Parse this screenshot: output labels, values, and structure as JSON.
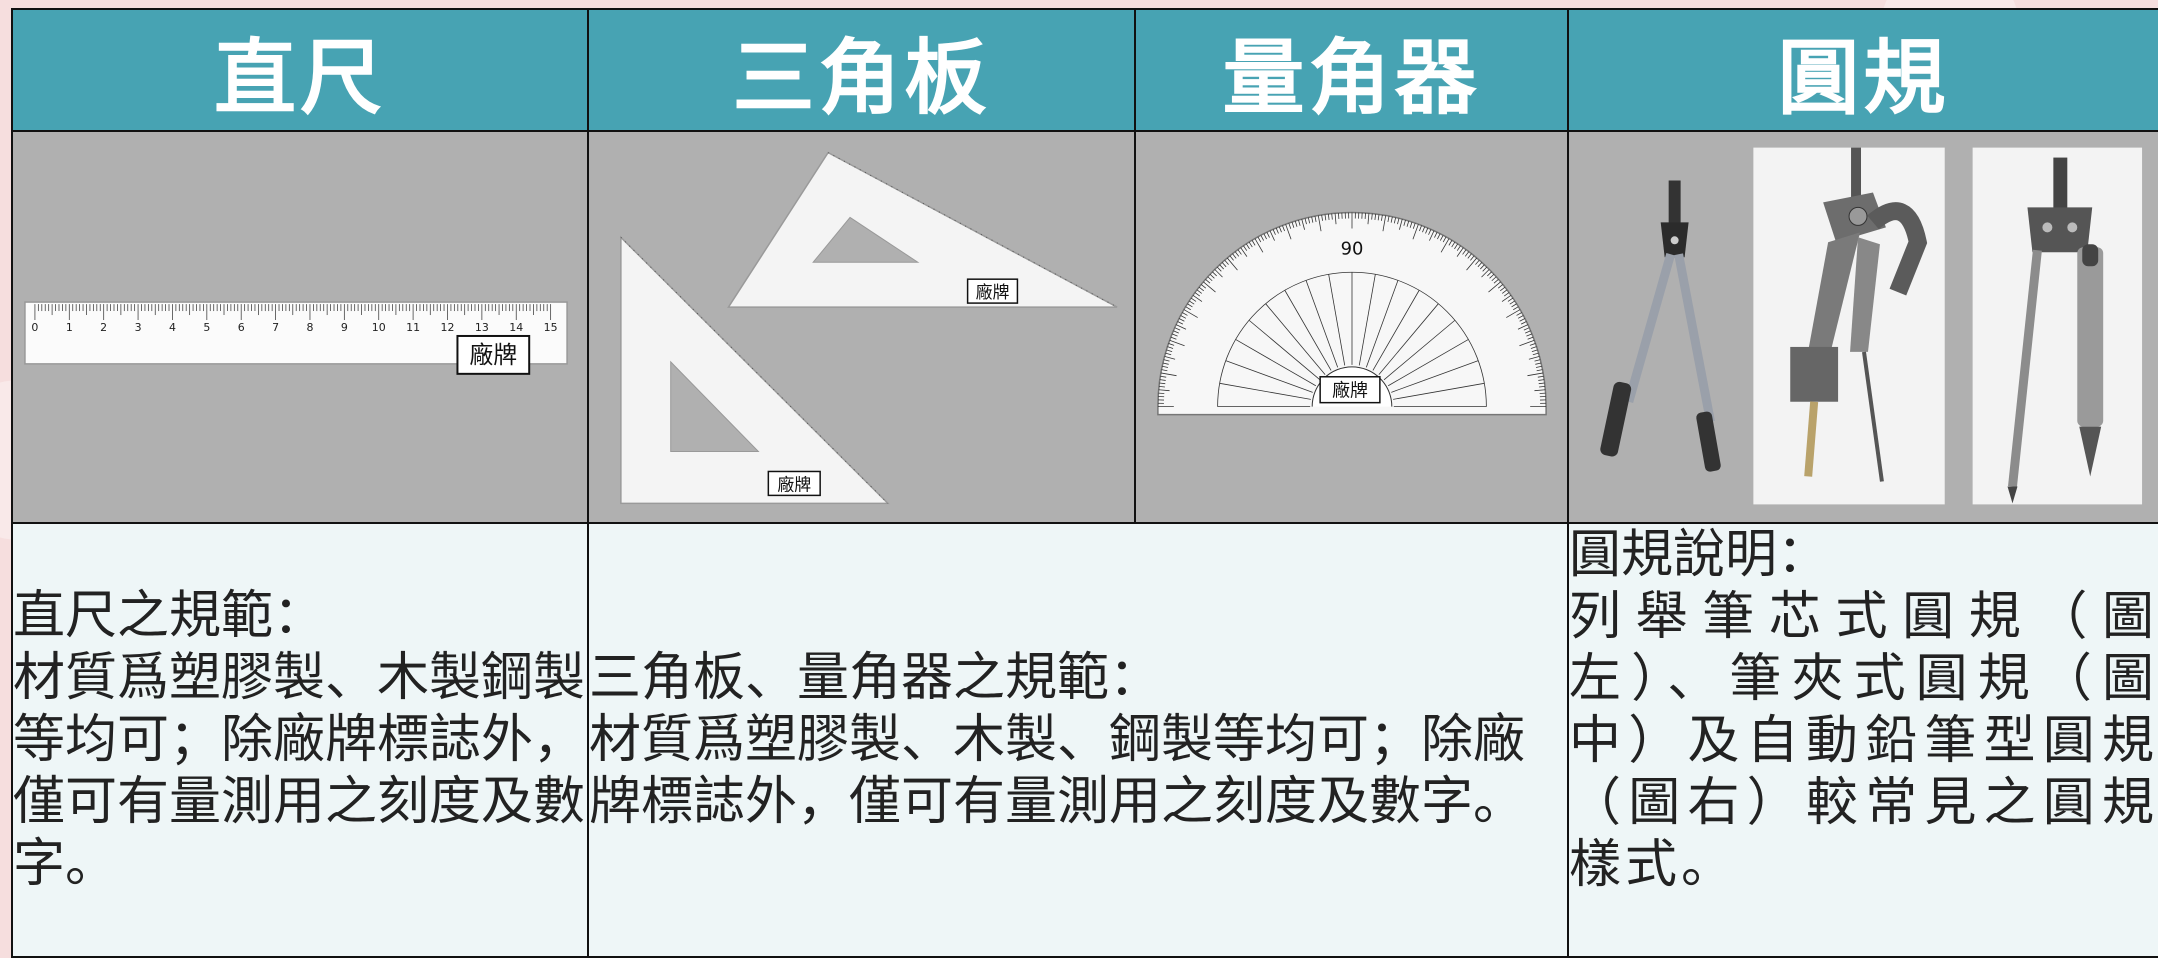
{
  "headers": [
    "直尺",
    "三角板",
    "量角器",
    "圓規"
  ],
  "images": {
    "ruler": {
      "ticks": [
        "0",
        "1",
        "2",
        "3",
        "4",
        "5",
        "6",
        "7",
        "8",
        "9",
        "10",
        "11",
        "12",
        "13",
        "14",
        "15"
      ],
      "brand": "廠牌"
    },
    "triangle_brand": "廠牌",
    "protractor": {
      "brand": "廠牌",
      "center_label": "90"
    }
  },
  "descriptions": {
    "ruler": {
      "title": "直尺之規範：",
      "body": "材質爲塑膠製、木製鋼製等均可；除廠牌標誌外，僅可有量測用之刻度及數字。"
    },
    "triangle_protractor": {
      "title": "三角板、量角器之規範：",
      "body": "材質爲塑膠製、木製、鋼製等均可；除廠牌標誌外，僅可有量測用之刻度及數字。"
    },
    "compass": {
      "title": "圓規說明：",
      "body": "列舉筆芯式圓規（圖左）、筆夾式圓規（圖中）及自動鉛筆型圓規（圖右）較常見之圓規樣式。"
    }
  }
}
